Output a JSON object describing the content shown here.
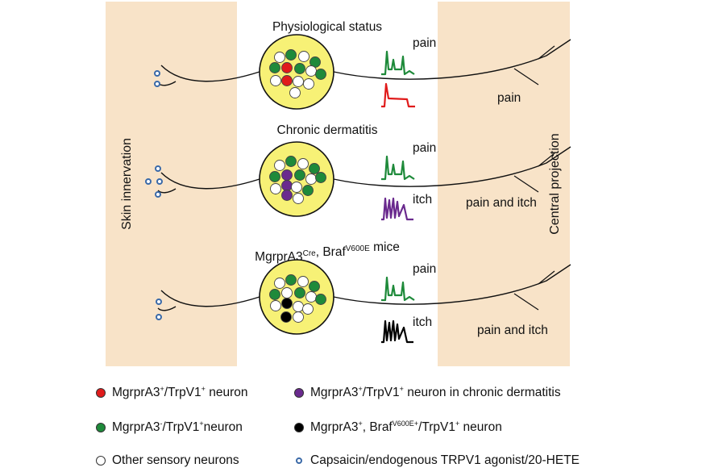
{
  "side_labels": {
    "left": "Skin innervation",
    "right": "Central projection"
  },
  "panels": [
    {
      "title": "Physiological status",
      "trace_labels": [
        "pain",
        ""
      ],
      "outcome": "pain",
      "trace_colors": [
        "#1e8a3a",
        "#e01b1b"
      ],
      "special_color": "#e01b1b"
    },
    {
      "title": "Chronic dermatitis",
      "trace_labels": [
        "pain",
        "itch"
      ],
      "outcome": "pain and itch",
      "trace_colors": [
        "#1e8a3a",
        "#6a2a8e"
      ],
      "special_color": "#6a2a8e"
    },
    {
      "title_main": "MgrprA3",
      "title_sup1": "Cre",
      "title_mid": ", Braf",
      "title_sup2": "V600E",
      "title_end": " mice",
      "trace_labels": [
        "pain",
        "itch"
      ],
      "outcome": "pain and itch",
      "trace_colors": [
        "#1e8a3a",
        "#000000"
      ],
      "special_color": "#000000"
    }
  ],
  "legend": {
    "red": {
      "a": "MgrprA3",
      "sup1": "+",
      "b": "/TrpV1",
      "sup2": "+",
      "c": " neuron",
      "color": "#e01b1b"
    },
    "purple": {
      "a": "MgrprA3",
      "sup1": "+",
      "b": "/TrpV1",
      "sup2": "+",
      "c": " neuron in chronic dermatitis",
      "color": "#6a2a8e"
    },
    "green": {
      "a": "MgrprA3",
      "sup1": "-",
      "b": "/TrpV1",
      "sup2": "+",
      "c": "neuron",
      "color": "#1e8a3a"
    },
    "black": {
      "a": "MgrprA3",
      "sup1": "+",
      "b": ", Braf",
      "sup2": "V600E+",
      "c": "/TrpV1",
      "sup3": "+",
      "d": " neuron",
      "color": "#000000"
    },
    "white": {
      "text": "Other sensory neurons"
    },
    "agonist": {
      "text": "Capsaicin/endogenous TRPV1 agonist/20-HETE"
    }
  },
  "colors": {
    "band": "#f8e3c8",
    "ganglion": "#f7f176",
    "green": "#1e8a3a",
    "agonist": "#3b6aa8"
  }
}
